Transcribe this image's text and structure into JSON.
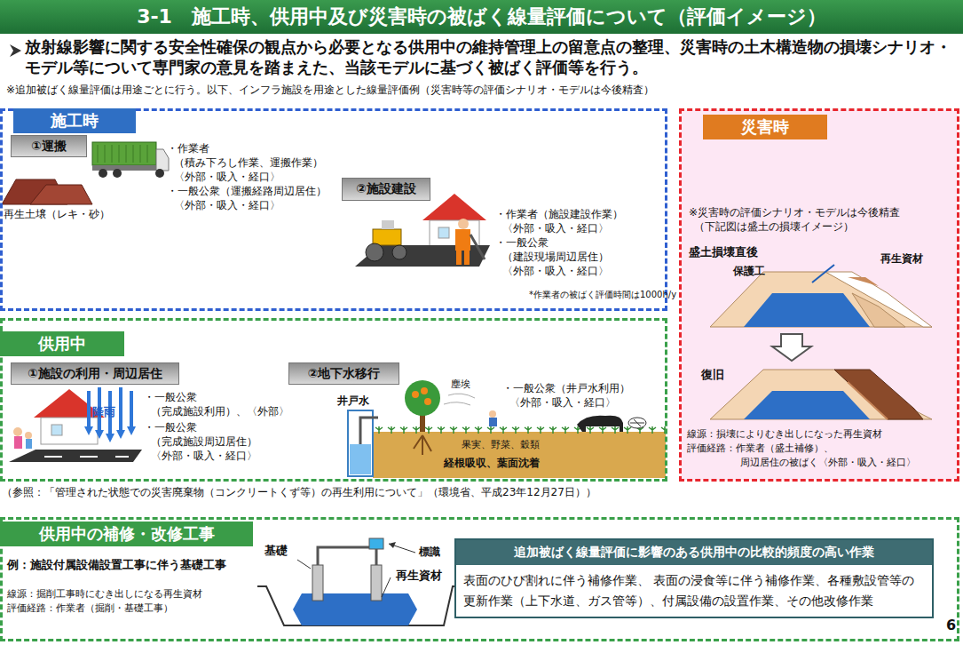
{
  "diagram": {
    "title": "3-1　施工時、供用中及び災害時の被ばく線量評価について（評価イメージ）",
    "nodes": [
      {
        "text": [
          "施工時"
        ]
      },
      {
        "text": [
          "①運搬"
        ],
        "in": 0
      },
      {
        "text": [
          "②施設建設"
        ],
        "in": 0
      },
      {
        "text": [
          "災害時"
        ]
      },
      {
        "text": [
          "供用中"
        ]
      },
      {
        "text": [
          "①施設の利用・周辺居住"
        ],
        "in": 4
      },
      {
        "text": [
          "②地下水移行"
        ],
        "in": 4
      },
      {
        "text": [
          "供用中の補修・改修工事"
        ]
      },
      {
        "text": [
          "追加被ばく線量評価に影響のある供用中の比較的頻度の高い作業",
          "表面のひび割れに伴う補修作業、 表面の浸食等に伴う補修作業、各種敷設管等の更新作業（上下水道、ガス管等）、付属設備の設置作業、その他改修作業"
        ],
        "in": 7
      }
    ],
    "labels": [
      "放射線影響に関する安全性確保の観点から必要となる供用中の維持管理上の留意点の整理、災害時の土木構造物の損壊シナリオ・モデル等について専門家の意見を踏まえた、当該モデルに基づく被ばく評価等を行う。",
      "※追加被ばく線量評価は用途ごとに行う。以下、インフラ施設を用途とした線量評価例（災害時等の評価シナリオ・モデルは今後精査）",
      "・作業者",
      "（積み下ろし作業、運搬作業）",
      "〈外部・吸入・経口〉",
      "・一般公衆（運搬経路周辺居住）",
      "〈外部・吸入・経口〉",
      "再生土壌（レキ・砂）",
      "・作業者（施設建設作業）",
      "〈外部・吸入・経口〉",
      "・一般公衆",
      "（建設現場周辺居住）",
      "〈外部・吸入・経口〉",
      "*作業者の被ばく評価時間は1000h/y",
      "※災害時の評価シナリオ・モデルは今後精査",
      "（下記図は盛土の損壊イメージ）",
      "盛土損壊直後",
      "再生資材",
      "保護工",
      "復旧",
      "線源：損壊によりむき出しになった再生資材",
      "評価経路：作業者（盛土補修）、",
      "周辺居住の被ばく〈外部・吸入・経口〉",
      "降雨",
      "・一般公衆",
      "（完成施設利用）、〈外部〉",
      "・一般公衆",
      "（完成施設周辺居住）",
      "〈外部・吸入・経口〉",
      "井戸水",
      "塵埃",
      "・一般公衆（井戸水利用）",
      "〈外部・吸入・経口〉",
      "果実、野菜、穀類",
      "経根吸収、葉面沈着",
      "（参照：「管理された状態での災害廃棄物（コンクリートくず等）の再生利用について」（環境省、平成23年12月27日））",
      "例：施設付属設備設置工事に伴う基礎工事",
      "線源：掘削工事時にむき出しになる再生資材",
      "評価経路：作業者（掘削・基礎工事）",
      "基礎",
      "標識",
      "再生資材",
      "6"
    ]
  }
}
